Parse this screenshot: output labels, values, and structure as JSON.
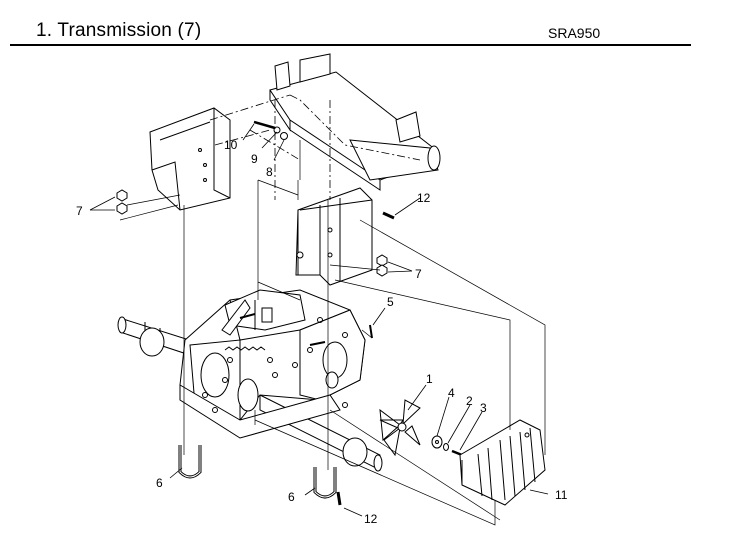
{
  "header": {
    "title": "1. Transmission (7)",
    "model_code": "SRA950"
  },
  "callouts": {
    "c1": "1",
    "c2": "2",
    "c3": "3",
    "c4": "4",
    "c5": "5",
    "c6a": "6",
    "c6b": "6",
    "c7a": "7",
    "c7b": "7",
    "c8": "8",
    "c9": "9",
    "c10": "10",
    "c11": "11",
    "c12a": "12",
    "c12b": "12"
  }
}
